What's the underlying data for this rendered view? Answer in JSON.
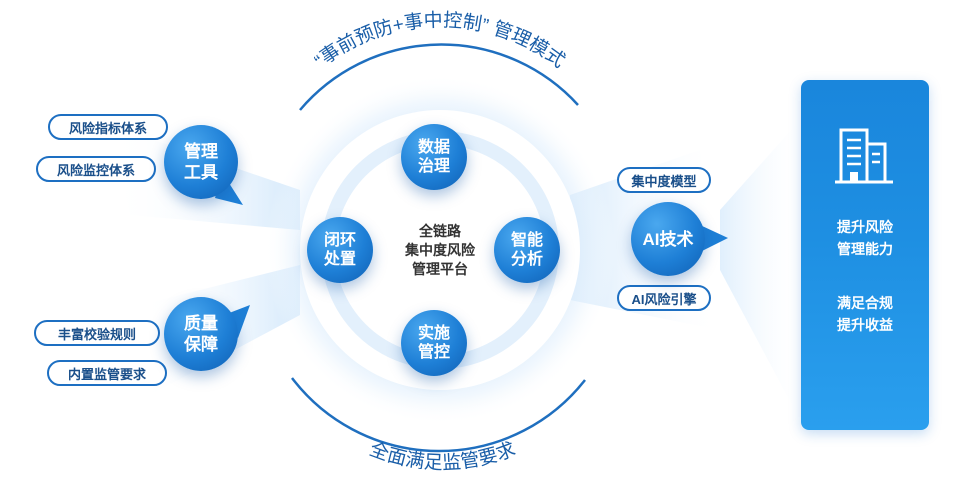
{
  "top_arc_label": "“事前预防+事中控制” 管理模式",
  "bottom_arc_label": "全面满足监管要求",
  "center": {
    "lines": [
      "全链路",
      "集中度风险",
      "管理平台"
    ]
  },
  "inner_nodes": {
    "data": [
      "数据",
      "治理"
    ],
    "analysis": [
      "智能",
      "分析"
    ],
    "control": [
      "实施",
      "管控"
    ],
    "loop": [
      "闭环",
      "处置"
    ]
  },
  "left_groups": {
    "tools": {
      "node": [
        "管理",
        "工具"
      ],
      "pills": [
        "风险指标体系",
        "风险监控体系"
      ]
    },
    "quality": {
      "node": [
        "质量",
        "保障"
      ],
      "pills": [
        "丰富校验规则",
        "内置监管要求"
      ]
    }
  },
  "ai_group": {
    "node": "AI技术",
    "pills": [
      "集中度模型",
      "AI风险引擎"
    ]
  },
  "result_panel": {
    "icon": "building-icon",
    "block1": [
      "提升风险",
      "管理能力"
    ],
    "block2": [
      "满足合规",
      "提升收益"
    ]
  },
  "colors": {
    "primary": "#1e7fd6",
    "dark": "#0f5fb3",
    "text_blue": "#1a4f8a",
    "arc": "#1f6fbf"
  }
}
